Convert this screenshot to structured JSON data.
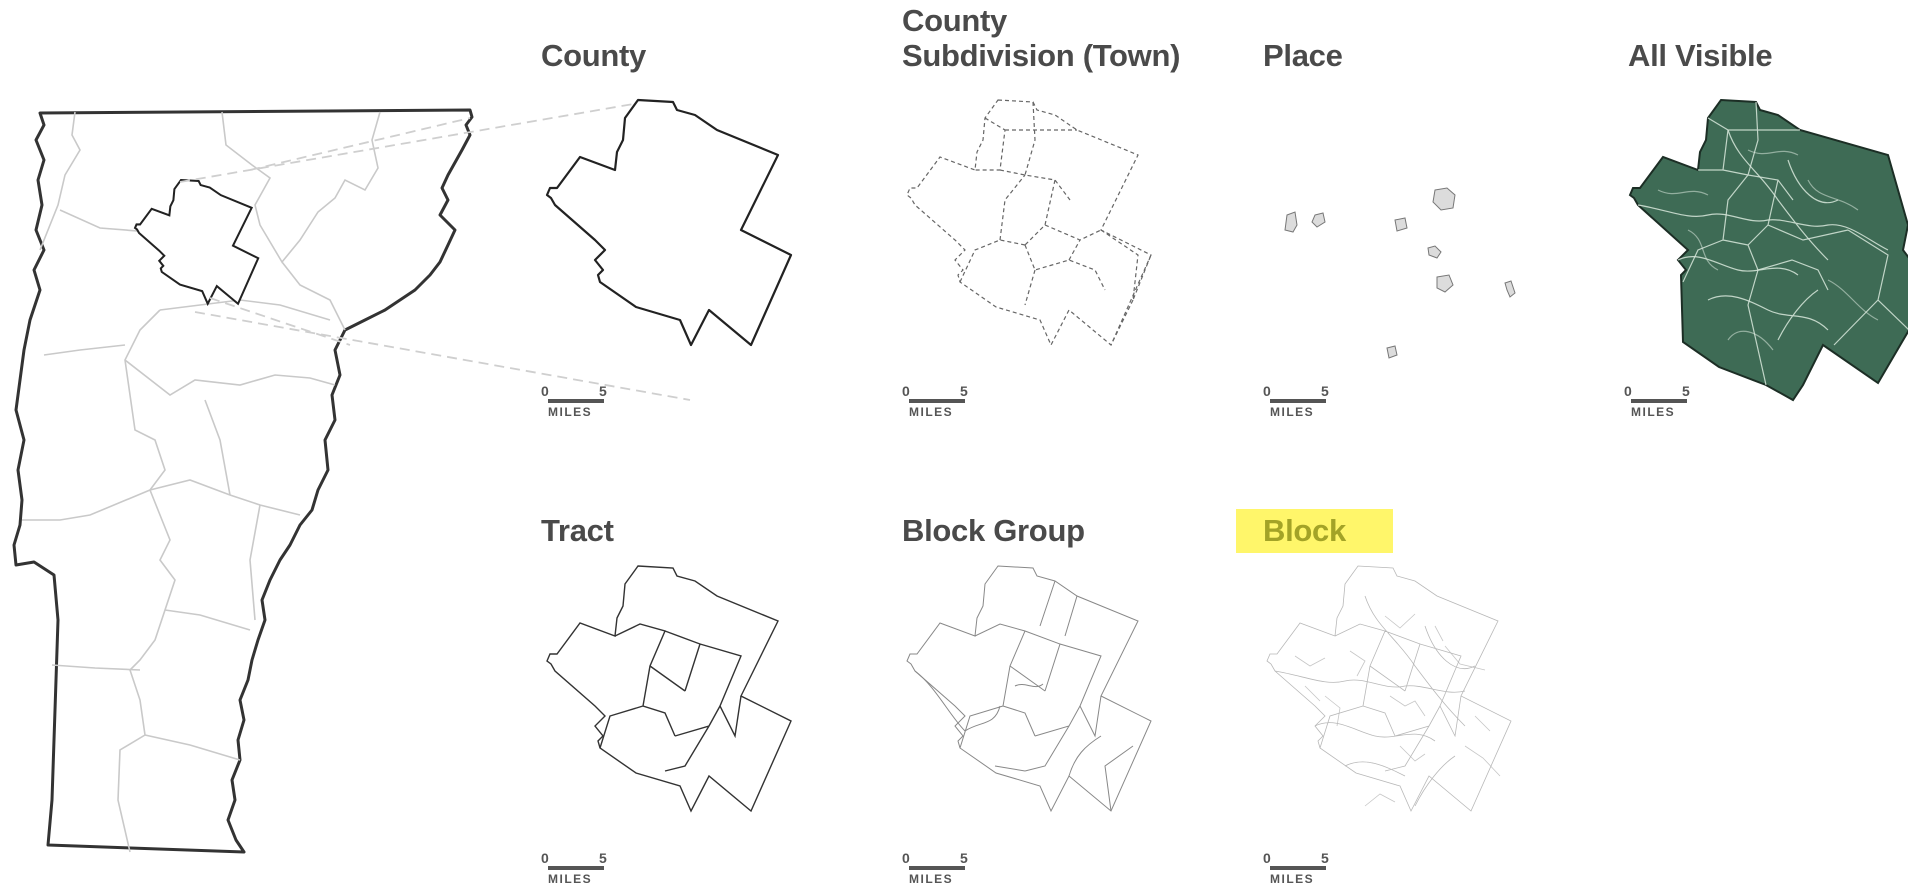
{
  "panels": {
    "county": {
      "title": "County"
    },
    "town": {
      "title_line1": "County",
      "title_line2": "Subdivision (Town)"
    },
    "place": {
      "title": "Place"
    },
    "all_visible": {
      "title": "All Visible"
    },
    "tract": {
      "title": "Tract"
    },
    "block_group": {
      "title": "Block Group"
    },
    "block": {
      "title": "Block",
      "highlight_color": "#fff66a"
    }
  },
  "scale_bar": {
    "start": "0",
    "end": "5",
    "unit": "MILES"
  },
  "colors": {
    "outline": "#333333",
    "county_lines": "#c9c9c9",
    "imagery": "#3e6b55",
    "highlight": "#fff66a"
  }
}
